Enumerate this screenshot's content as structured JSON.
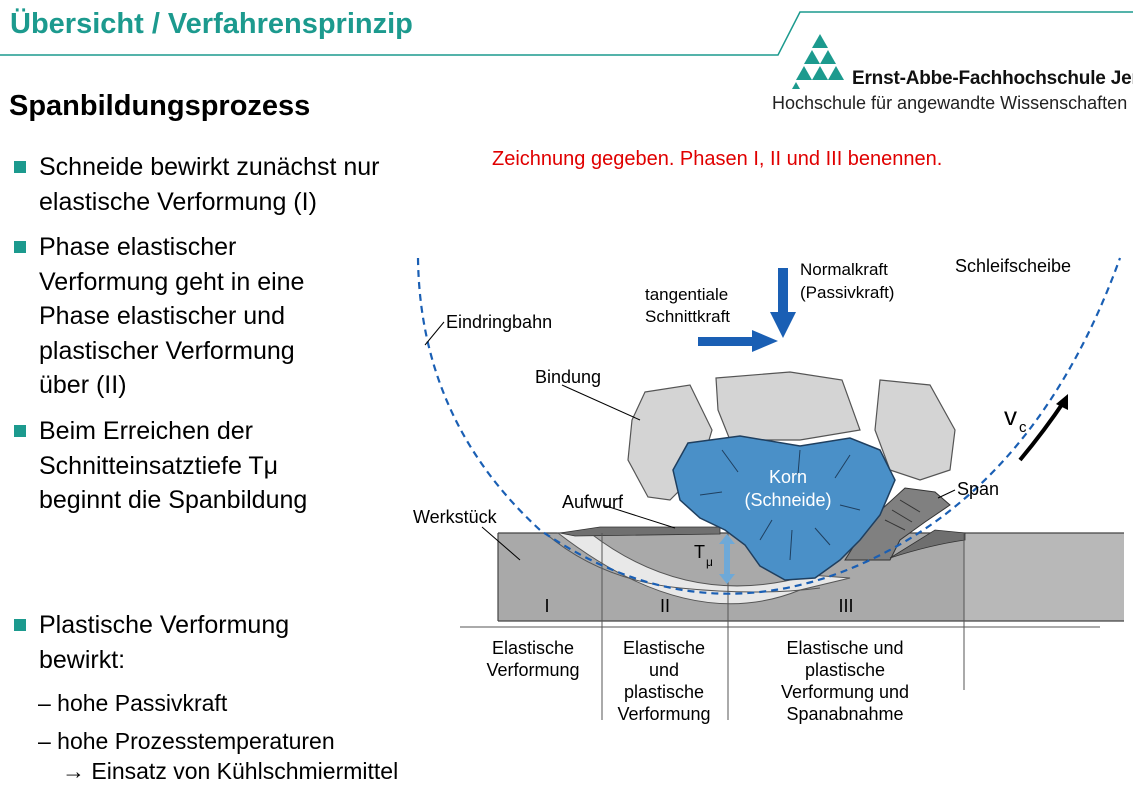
{
  "header": {
    "title": "Übersicht / Verfahrensprinzip",
    "accent_color": "#1c9a8e"
  },
  "logo": {
    "institution": "Ernst-Abbe-Fachhochschule Jena",
    "subtitle": "Hochschule für angewandte Wissenschaften"
  },
  "section_title": "Spanbildungsprozess",
  "bullets": [
    {
      "lines": [
        "Schneide bewirkt zunächst nur",
        "elastische Verformung (I)"
      ]
    },
    {
      "lines": [
        "Phase elastischer",
        "Verformung geht in eine",
        "Phase elastischer und",
        "plastischer Verformung",
        "über (II)"
      ]
    },
    {
      "lines": [
        "Beim Erreichen der",
        "Schnitteinsatztiefe Tμ",
        "beginnt die Spanbildung"
      ]
    },
    {
      "lines": [
        "Plastische Verformung",
        "bewirkt:"
      ]
    }
  ],
  "sub_bullets": [
    "–  hohe Passivkraft",
    "–  hohe Prozesstemperaturen",
    "→ Einsatz von Kühlschmiermittel"
  ],
  "instruction": "Zeichnung gegeben. Phasen I, II und III benennen.",
  "diagram": {
    "labels": {
      "schleifscheibe": "Schleifscheibe",
      "eindringbahn": "Eindringbahn",
      "normalkraft_1": "Normalkraft",
      "normalkraft_2": "(Passivkraft)",
      "tangential_1": "tangentiale",
      "tangential_2": "Schnittkraft",
      "bindung": "Bindung",
      "korn_1": "Korn",
      "korn_2": "(Schneide)",
      "vc": "v",
      "vc_sub": "c",
      "span": "Span",
      "aufwurf": "Aufwurf",
      "werkstueck": "Werkstück",
      "tmu": "T",
      "tmu_sub": "μ"
    },
    "phases": [
      {
        "numeral": "I",
        "lines": [
          "Elastische",
          "Verformung"
        ]
      },
      {
        "numeral": "II",
        "lines": [
          "Elastische",
          "und",
          "plastische",
          "Verformung"
        ]
      },
      {
        "numeral": "III",
        "lines": [
          "Elastische und",
          "plastische",
          "Verformung und",
          "Spanabnahme"
        ]
      }
    ]
  }
}
